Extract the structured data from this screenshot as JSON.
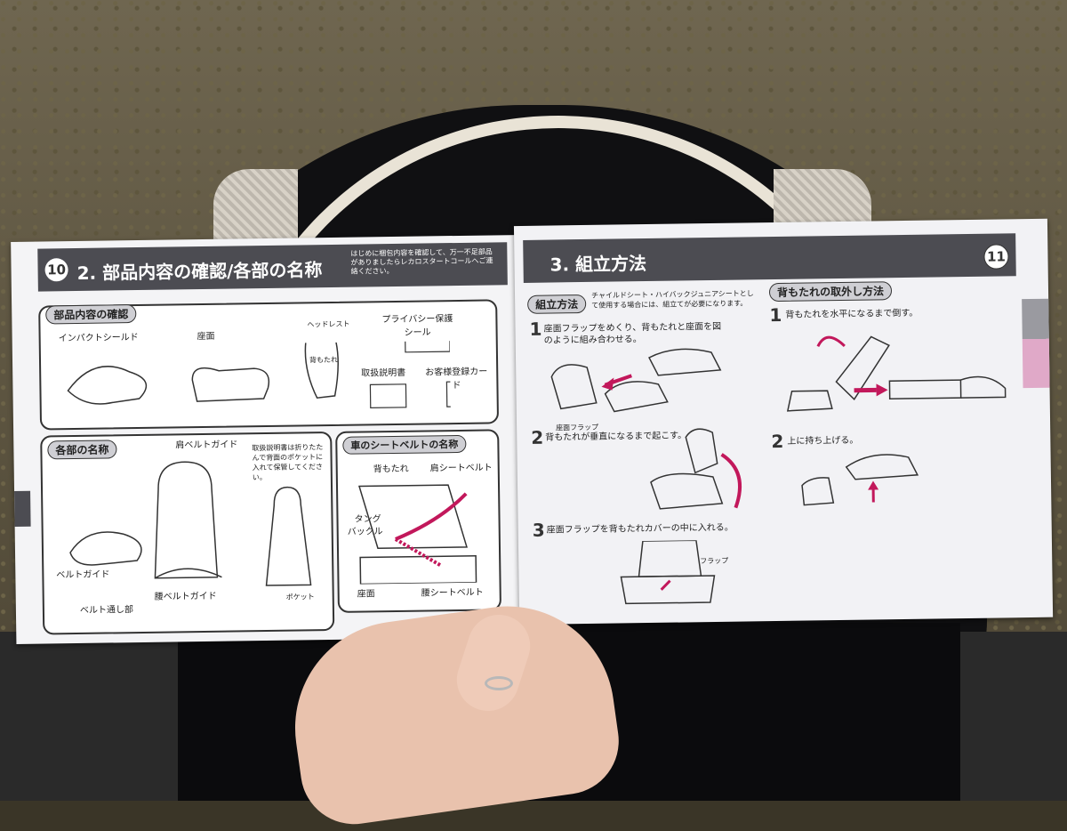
{
  "left_page": {
    "page_number": "10",
    "title": "2. 部品内容の確認/各部の名称",
    "note": "はじめに梱包内容を確認して、万一不足部品がありましたらレカロスタートコールへご連絡ください。",
    "parts_box": {
      "heading": "部品内容の確認",
      "labels": [
        "インパクトシールド",
        "座面",
        "ヘッドレスト",
        "背もたれ",
        "プライバシー保護シール",
        "取扱説明書",
        "お客様登録カード"
      ]
    },
    "names_box": {
      "heading": "各部の名称",
      "labels": [
        "肩ベルトガイド",
        "ベルトガイド",
        "ベルト通し部",
        "腰ベルトガイド",
        "ポケット"
      ],
      "instruction": "取扱説明書は折りたたんで背面のポケットに入れて保管してください。"
    },
    "seatbelt_box": {
      "heading": "車のシートベルトの名称",
      "labels": [
        "背もたれ",
        "肩シートベルト",
        "タング",
        "バックル",
        "座面",
        "腰シートベルト"
      ]
    }
  },
  "right_page": {
    "page_number": "11",
    "title": "3. 組立方法",
    "assembly": {
      "heading": "組立方法",
      "intro": "チャイルドシート・ハイバックジュニアシートとして使用する場合には、組立てが必要になります。",
      "steps": [
        {
          "num": "1",
          "text": "座面フラップをめくり、背もたれと座面を図のように組み合わせる。"
        },
        {
          "num": "2",
          "text": "背もたれが垂直になるまで起こす。"
        },
        {
          "num": "3",
          "text": "座面フラップを背もたれカバーの中に入れる。"
        }
      ],
      "labels": [
        "座面フラップ",
        "フラップ"
      ]
    },
    "removal": {
      "heading": "背もたれの取外し方法",
      "steps": [
        {
          "num": "1",
          "text": "背もたれを水平になるまで倒す。"
        },
        {
          "num": "2",
          "text": "上に持ち上げる。"
        }
      ]
    }
  },
  "colors": {
    "header": "#4c4c52",
    "accent": "#c2185b",
    "paper": "#f4f4f6"
  }
}
